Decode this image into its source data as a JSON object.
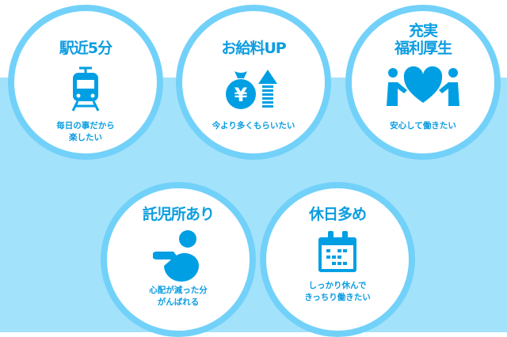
{
  "colors": {
    "accent": "#009fe3",
    "ring": "#72d1f9",
    "band": "#a3e2fb"
  },
  "features": [
    {
      "title": "駅近5分",
      "subtitle_lines": [
        "毎日の事だから",
        "楽したい"
      ],
      "icon": "train-icon"
    },
    {
      "title": "お給料UP",
      "subtitle_lines": [
        "今より多くもらいたい"
      ],
      "icon": "yen-bag-up-icon"
    },
    {
      "title_lines": [
        "充実",
        "福利厚生"
      ],
      "subtitle_lines": [
        "安心して働きたい"
      ],
      "icon": "people-heart-icon"
    },
    {
      "title": "託児所あり",
      "subtitle_lines": [
        "心配が減った分",
        "がんばれる"
      ],
      "icon": "baby-icon"
    },
    {
      "title": "休日多め",
      "subtitle_lines": [
        "しっかり休んで",
        "きっちり働きたい"
      ],
      "icon": "calendar-icon"
    }
  ]
}
